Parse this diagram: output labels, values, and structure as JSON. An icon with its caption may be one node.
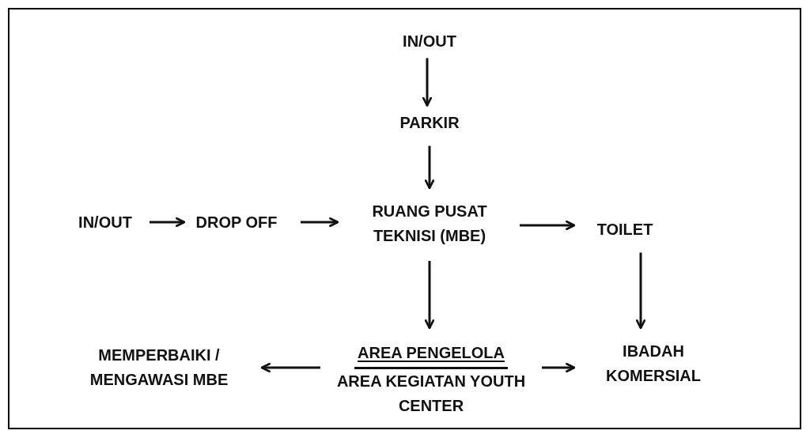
{
  "diagram": {
    "nodes": [
      {
        "text": [
          "IN/OUT"
        ]
      },
      {
        "text": [
          "PARKIR"
        ]
      },
      {
        "text": [
          "IN/OUT"
        ]
      },
      {
        "text": [
          "DROP OFF"
        ]
      },
      {
        "text": [
          "RUANG PUSAT TEKNISI (MBE)"
        ]
      },
      {
        "text": [
          "TOILET"
        ]
      },
      {
        "text": [
          "AREA PENGELOLA",
          "AREA KEGIATAN YOUTH CENTER"
        ]
      },
      {
        "text": [
          "MEMPERBAIKI / MENGAWASI MBE"
        ]
      },
      {
        "text": [
          "IBADAH KOMERSIAL"
        ]
      }
    ],
    "edges": [
      {
        "from": 0,
        "to": 1,
        "arrow": "to"
      },
      {
        "from": 1,
        "to": 4,
        "arrow": "to"
      },
      {
        "from": 2,
        "to": 3,
        "arrow": "to"
      },
      {
        "from": 3,
        "to": 4,
        "arrow": "to"
      },
      {
        "from": 4,
        "to": 5,
        "arrow": "to"
      },
      {
        "from": 4,
        "to": 6,
        "arrow": "to"
      },
      {
        "from": 5,
        "to": 8,
        "arrow": "to"
      },
      {
        "from": 6,
        "to": 7,
        "arrow": "to"
      },
      {
        "from": 6,
        "to": 8,
        "arrow": "to"
      }
    ]
  }
}
